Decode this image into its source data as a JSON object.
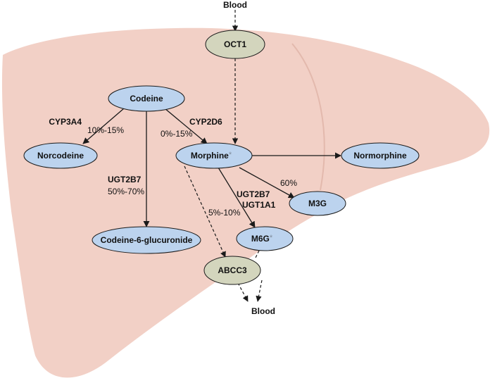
{
  "nodes": {
    "codeine": "Codeine",
    "norcodeine": "Norcodeine",
    "morphine": "Morphine",
    "normorphine": "Normorphine",
    "codeine_6_glucuronide": "Codeine-6-glucuronide",
    "m3g": "M3G",
    "m6g": "M6G",
    "oct1": "OCT1",
    "abcc3": "ABCC3",
    "active_marker": "*"
  },
  "labels": {
    "blood_top": "Blood",
    "blood_bottom": "Blood",
    "cyp3a4": "CYP3A4",
    "cyp3a4_pct": "10%-15%",
    "cyp2d6": "CYP2D6",
    "cyp2d6_pct": "0%-15%",
    "ugt2b7_codeine": "UGT2B7",
    "ugt2b7_codeine_pct": "50%-70%",
    "ugt2b7_morphine": "UGT2B7",
    "ugt1a1": "UGT1A1",
    "m3g_pct": "60%",
    "m6g_pct": "5%-10%"
  },
  "colors": {
    "liver": "#f2d0c6",
    "metabolite": "#bcd3ee",
    "transporter": "#d3d5bd"
  }
}
